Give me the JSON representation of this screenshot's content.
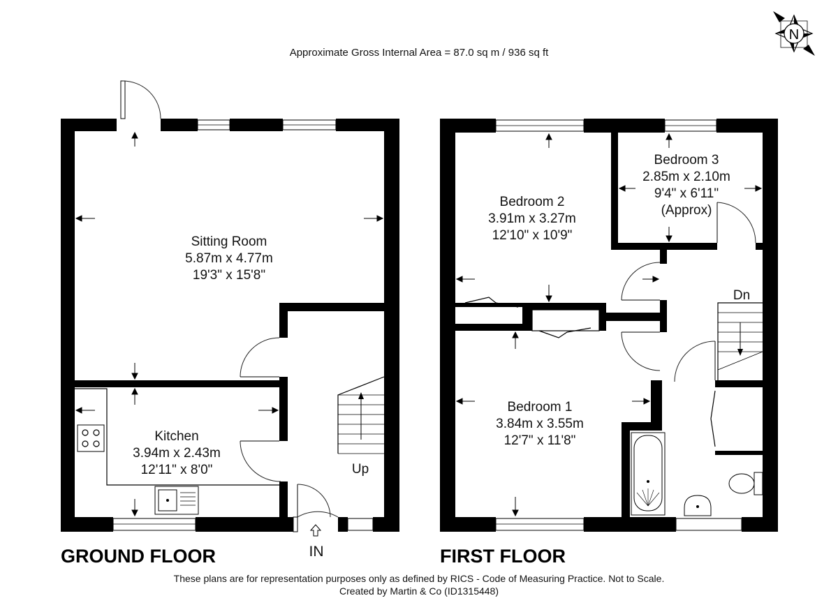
{
  "header": {
    "area_text": "Approximate Gross Internal Area = 87.0 sq m / 936 sq ft"
  },
  "compass": {
    "letter": "N",
    "icon": "north-compass-icon"
  },
  "ground_floor": {
    "title": "GROUND FLOOR",
    "entrance_label": "IN",
    "stairs_label": "Up",
    "rooms": [
      {
        "name": "Sitting Room",
        "metric": "5.87m x 4.77m",
        "imperial": "19'3\" x 15'8\""
      },
      {
        "name": "Kitchen",
        "metric": "3.94m x 2.43m",
        "imperial": "12'11\" x 8'0\""
      }
    ]
  },
  "first_floor": {
    "title": "FIRST FLOOR",
    "stairs_label": "Dn",
    "rooms": [
      {
        "name": "Bedroom 2",
        "metric": "3.91m x 3.27m",
        "imperial": "12'10\" x 10'9\""
      },
      {
        "name": "Bedroom 3",
        "metric": "2.85m x 2.10m",
        "imperial": "9'4\" x 6'11\"",
        "note": "(Approx)"
      },
      {
        "name": "Bedroom 1",
        "metric": "3.84m x 3.55m",
        "imperial": "12'7\" x 11'8\""
      }
    ]
  },
  "footer": {
    "disclaimer": "These plans are for representation purposes only as defined by RICS - Code of Measuring Practice. Not to Scale.",
    "credit": "Created by Martin & Co (ID1315448)"
  }
}
